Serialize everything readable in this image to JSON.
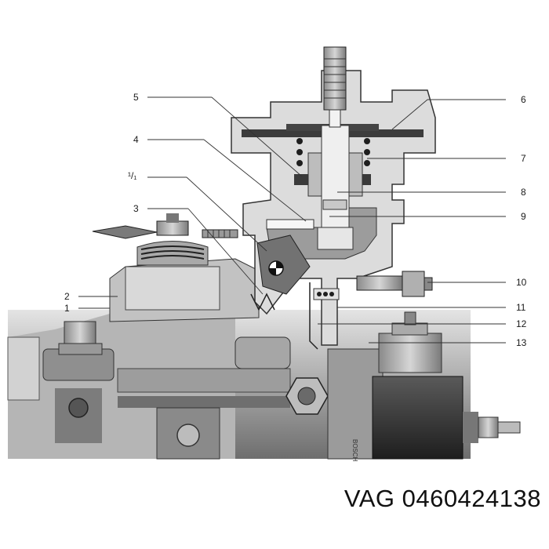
{
  "diagram": {
    "callouts_left": [
      {
        "id": "5",
        "label": "5"
      },
      {
        "id": "4",
        "label": "4"
      },
      {
        "id": "11-frac",
        "label": "¹/₁"
      },
      {
        "id": "3",
        "label": "3"
      },
      {
        "id": "2",
        "label": "2"
      },
      {
        "id": "1",
        "label": "1"
      }
    ],
    "callouts_right": [
      {
        "id": "6",
        "label": "6"
      },
      {
        "id": "7",
        "label": "7"
      },
      {
        "id": "8",
        "label": "8"
      },
      {
        "id": "9",
        "label": "9"
      },
      {
        "id": "10",
        "label": "10"
      },
      {
        "id": "11",
        "label": "11"
      },
      {
        "id": "12",
        "label": "12"
      },
      {
        "id": "13",
        "label": "13"
      }
    ]
  },
  "caption": {
    "brand": "VAG",
    "part_number": "0460424138",
    "full": "VAG 0460424138"
  },
  "colors": {
    "body_light": "#c9c9c9",
    "body_mid": "#9a9a9a",
    "body_dark": "#4a4a4a",
    "cutaway": "#d8d8d8",
    "leader_line": "#333333"
  }
}
